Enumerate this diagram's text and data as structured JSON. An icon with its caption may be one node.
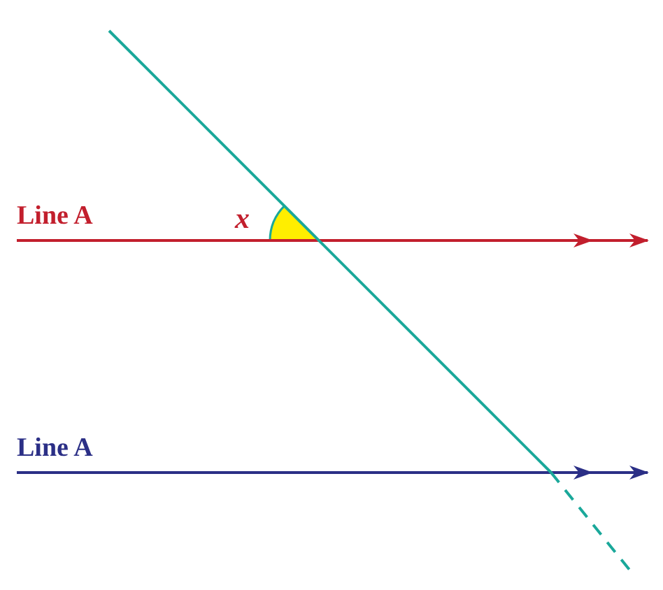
{
  "diagram": {
    "labels": [
      "Line A",
      "x",
      "Line A"
    ]
  }
}
